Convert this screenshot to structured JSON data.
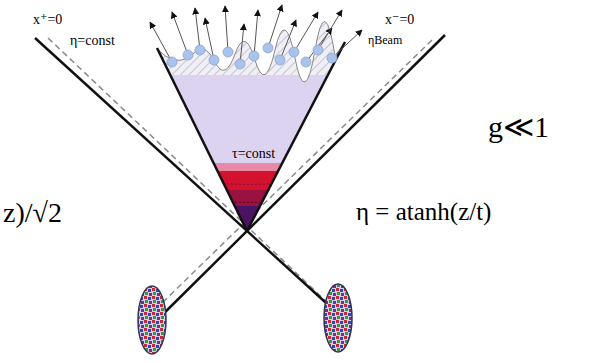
{
  "diagram": {
    "labels": [
      "x⁺=0",
      "η=const",
      "ηBeam",
      "x⁻=0",
      "τ=const",
      "g≪1",
      "z)/√2",
      "η = atanh(z/t)"
    ]
  }
}
